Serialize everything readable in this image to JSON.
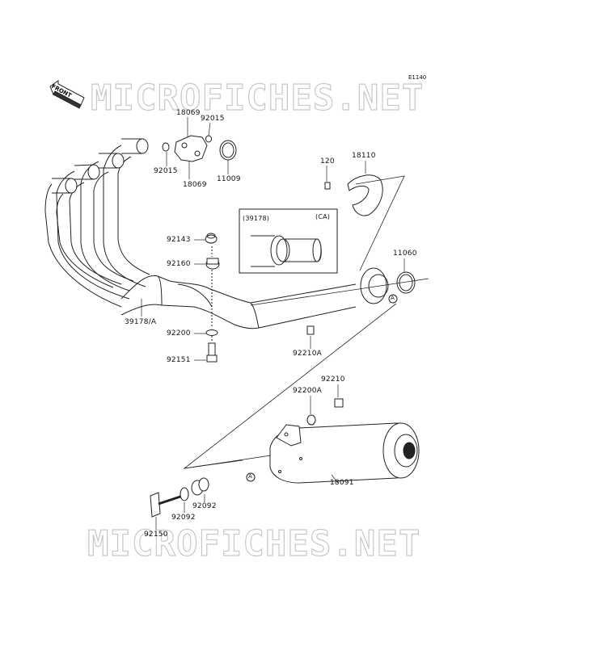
{
  "watermark": {
    "text": "MICROFICHES.NET"
  },
  "diagram_code": "E1140",
  "front_marker": "FRONT",
  "inset": {
    "part_ref": "(39178)",
    "region": "(CA)"
  },
  "reference_marker": "A",
  "labels": {
    "p18069_top": "18069",
    "p92015_top": "92015",
    "p92015_left": "92015",
    "p18069_bottom": "18069",
    "p11009": "11009",
    "p120": "120",
    "p18110": "18110",
    "p11060": "11060",
    "p92143": "92143",
    "p92160": "92160",
    "p39178A": "39178/A",
    "p92200": "92200",
    "p92151": "92151",
    "p92210A": "92210A",
    "p92210": "92210",
    "p92200A": "92200A",
    "p18091": "18091",
    "p92092_right": "92092",
    "p92092_left": "92092",
    "p92150": "92150"
  }
}
